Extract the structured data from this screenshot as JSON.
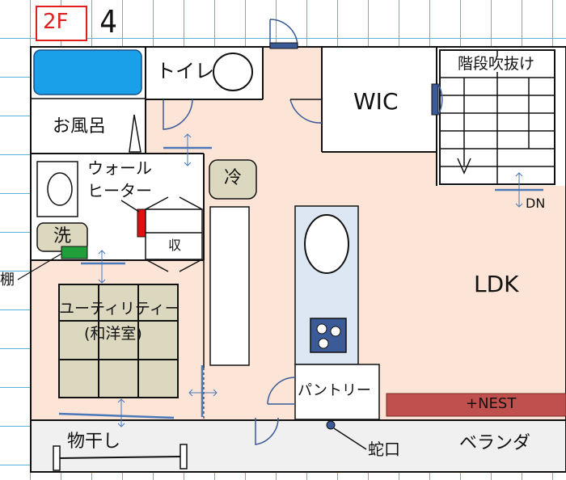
{
  "floor_badge": "2F",
  "north_mark": "4",
  "rooms": {
    "toilet": "トイレ",
    "bath": "お風呂",
    "wic": "WIC",
    "stair_void": "階段吹抜け",
    "water_heater_line1": "ウォール",
    "water_heater_line2": "ヒーター",
    "fridge": "冷",
    "washer": "洗",
    "storage": "収",
    "shelf": "棚",
    "utility_line1": "ユーティリティー",
    "utility_line2": "(和洋室)",
    "ldk": "LDK",
    "pantry": "パントリー",
    "nest": "+NEST",
    "drying": "物干し",
    "faucet": "蛇口",
    "veranda": "ベランダ",
    "stair_down": "DN"
  },
  "colors": {
    "wall": "#111111",
    "floor_ldk": "#fce4d6",
    "tub": "#1aa0e8",
    "tub_border": "#1a4e8a",
    "kitchen": "#dde6f3",
    "tatami": "#dcd8c0",
    "nest_bar": "#c0504d",
    "heater": "#e01010",
    "shelf_green": "#1f9e3a",
    "veranda_floor": "#f0f0f0",
    "door_blue": "#3a5a98",
    "arrow_blue": "#4a78b8",
    "badge_red": "#e02020"
  }
}
